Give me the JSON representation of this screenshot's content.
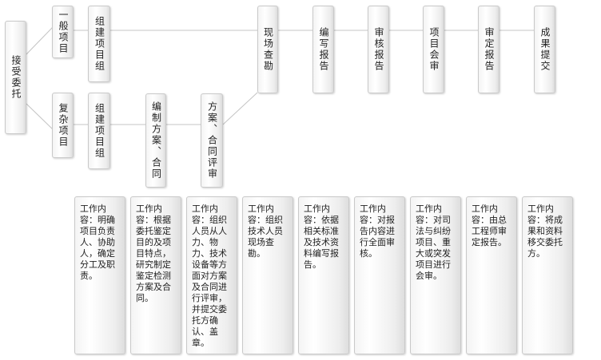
{
  "diagram": {
    "start": "接受委托",
    "simple_branch": {
      "type": "一般项目",
      "team": "组建项目组"
    },
    "complex_branch": {
      "type": "复杂项目",
      "team": "组建项目组",
      "plan": "编制方案、合同",
      "review": "方案、合同评审"
    },
    "main_steps": [
      "现场查勘",
      "编写报告",
      "审核报告",
      "项目会审",
      "审定报告",
      "成果提交"
    ],
    "details": [
      "工作内容：明确项目负责人、协助人，确定分工及职责。",
      "工作内容：根据委托鉴定目的及项目特点，研究制定鉴定检测方案及合同。",
      "工作内容：组织人员从人力、物力、技术设备等方面对方案及合同进行评审，并提交委托方确认、盖章。",
      "工作内容：组织技术人员现场查勘。",
      "工作内容：依据相关标准及技术资料编写报告。",
      "工作内容：对报告内容进行全面审核。",
      "工作内容：对司法与纠纷项目、重大或突发项目进行会审。",
      "工作内容：由总工程师审定报告。",
      "工作内容：将成果和资料移交委托方。"
    ]
  }
}
